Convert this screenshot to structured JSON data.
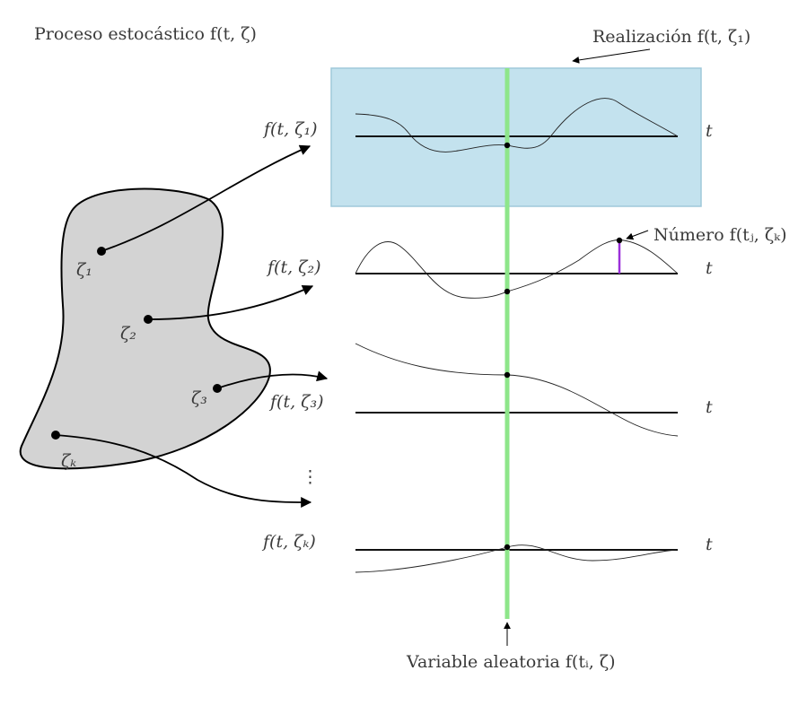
{
  "title": "Proceso estocástico f(t, ζ)",
  "realization_label": "Realización f(t, ζ₁)",
  "number_label": "Número f(tⱼ, ζₖ)",
  "random_variable_label": "Variable aleatoria f(tᵢ, ζ)",
  "time_symbol": "t",
  "ellipsis": "⋮",
  "outcomes": [
    {
      "symbol": "ζ₁",
      "function": "f(t, ζ₁)"
    },
    {
      "symbol": "ζ₂",
      "function": "f(t, ζ₂)"
    },
    {
      "symbol": "ζ₃",
      "function": "f(t, ζ₃)"
    },
    {
      "symbol": "ζₖ",
      "function": "f(t, ζₖ)"
    }
  ],
  "colors": {
    "sample_space_fill": "#d3d3d3",
    "highlight_fill": "#c3e2ee",
    "highlight_stroke": "#9fc9da",
    "time_slice": "#8ee68a",
    "number_marker": "#9b30d9"
  }
}
